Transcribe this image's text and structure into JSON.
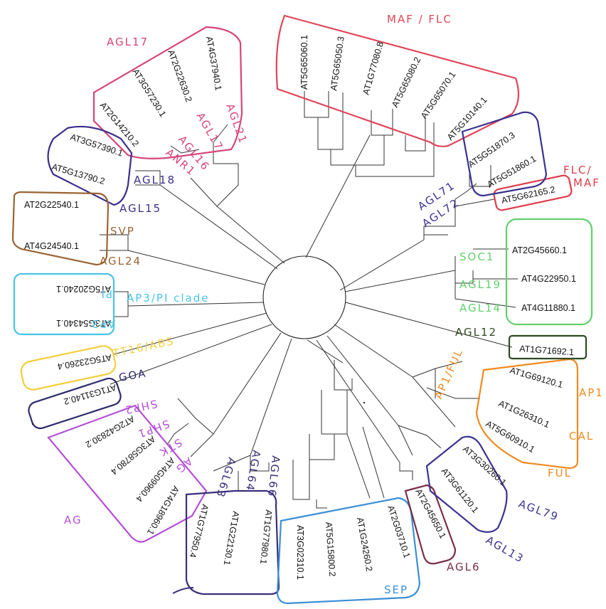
{
  "tree": {
    "leaves": {
      "AT5G65060": "AT5G65060.1",
      "AT5G65050": "AT5G65050.3",
      "AT1G77080": "AT1G77080.8",
      "AT5G65080": "AT5G65080.2",
      "AT5G65070": "AT5G65070.1",
      "AT5G10140": "AT5G10140.1",
      "AT5G51870": "AT5G51870.3",
      "AT5G51860": "AT5G51860.1",
      "AT5G62165": "AT5G62165.2",
      "AT2G45660": "AT2G45660.1",
      "AT4G22950": "AT4G22950.1",
      "AT4G11880": "AT4G11880.1",
      "AT1G71692": "AT1G71692.1",
      "AT1G69120": "AT1G69120.1",
      "AT1G26310": "AT1G26310.1",
      "AT5G60910": "AT5G60910.1",
      "AT3G30260": "AT3G30260.1",
      "AT3G61120": "AT3G61120.1",
      "AT2G45650": "AT2G45650.1",
      "AT2G03710": "AT2G03710.1",
      "AT1G24260": "AT1G24260.2",
      "AT5G15800": "AT5G15800.2",
      "AT3G02310": "AT3G02310.1",
      "AT1G77980": "AT1G77980.1",
      "AT1G22130": "AT1G22130.1",
      "AT1G77950": "AT1G77950.4",
      "AT4G18960": "AT4G18960.1",
      "AT4G09960": "AT4G09960.4",
      "AT3G58780": "AT3G58780.4",
      "AT2G42830": "AT2G42830.2",
      "AT1G31140": "AT1G31140.2",
      "AT5G23260": "AT5G23260.4",
      "AT3G54340": "AT3G54340.1",
      "AT5G20240": "AT5G20240.1",
      "AT4G24540": "AT4G24540.1",
      "AT2G22540": "AT2G22540.1",
      "AT5G13790": "AT5G13790.2",
      "AT3G57390": "AT3G57390.1",
      "AT2G14210": "AT2G14210.2",
      "AT3G57230": "AT3G57230.1",
      "AT2G22630": "AT2G22630.2",
      "AT4G37940": "AT4G37940.1"
    },
    "annotations": {
      "maf_flc": "MAF / FLC",
      "agl17": "AGL17",
      "agl21": "AGL21",
      "agl17_small": "AGL17",
      "agl16": "AGL16",
      "anr1": "ANR1",
      "agl18": "AGL18",
      "agl15": "AGL15",
      "svp": "SVP",
      "agl24": "AGL24",
      "pi": "PI",
      "ap3_pi_clade": "AP3/PI clade",
      "ap3": "AP3",
      "tt16_abs": "TT16/ABS",
      "goa": "GOA",
      "shp2": "SHP2",
      "shp1": "SHP1",
      "stk": "STK",
      "ag_small": "AG",
      "ag": "AG",
      "agl63": "AGL63",
      "agl64": "AGL64",
      "agl66": "AGL66",
      "sep": "SEP",
      "agl6": "AGL6",
      "agl13": "AGL13",
      "agl79": "AGL79",
      "ful": "FUL",
      "cal": "CAL",
      "ap1": "AP1",
      "ap1_ful": "AP1/FUL",
      "agl12": "AGL12",
      "agl14": "AGL14",
      "agl19": "AGL19",
      "soc1": "SOC1",
      "flc_maf": "FLC/",
      "maf": "MAF",
      "agl71": "AGL71",
      "agl72": "AGL72"
    }
  },
  "colors": {
    "maf_flc": "#e0455a",
    "agl17": "#d6457a",
    "agl18": "#3b2f8a",
    "svp": "#9a6433",
    "ap3pi": "#48c4e6",
    "tt16": "#f2cf3a",
    "goa": "#2e2a6e",
    "ag": "#b44fd6",
    "agl63": "#3a2f7a",
    "sep": "#3b8fd6",
    "agl6": "#7a2f45",
    "agl13": "#3a3290",
    "ful": "#f08a1e",
    "agl12": "#2f4a22",
    "soc1": "#62d06c",
    "flc_maf": "#e03a4a",
    "agl72": "#3a3290"
  }
}
